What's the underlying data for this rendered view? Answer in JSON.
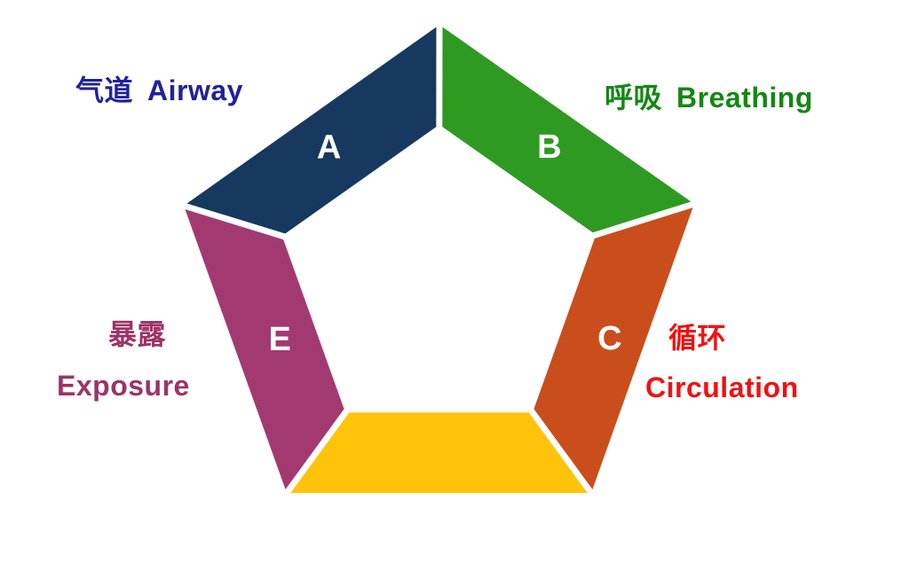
{
  "figure": {
    "description": "Pentagon cycle diagram of the ABCDE assessment with bilingual labels",
    "background": "#FFFFFF",
    "letter_color": "#FFFFFF",
    "gap_color": "#FFFFFF",
    "segments": [
      {
        "id": "a",
        "letter": "A",
        "fill": "#17395F"
      },
      {
        "id": "b",
        "letter": "B",
        "fill": "#2F9A21"
      },
      {
        "id": "c",
        "letter": "C",
        "fill": "#C94E1B"
      },
      {
        "id": "d",
        "letter": "",
        "fill": "#FFC40A"
      },
      {
        "id": "e",
        "letter": "E",
        "fill": "#A23A71"
      }
    ],
    "labels": {
      "airway": {
        "zh": "气道",
        "en": "Airway",
        "color": "#21219B"
      },
      "breathing": {
        "zh": "呼吸",
        "en": "Breathing",
        "color": "#148714"
      },
      "circulation": {
        "zh": "循环",
        "en": "Circulation",
        "color": "#F11111"
      },
      "exposure": {
        "zh": "暴露",
        "en": "Exposure",
        "color": "#9C3367"
      }
    }
  }
}
